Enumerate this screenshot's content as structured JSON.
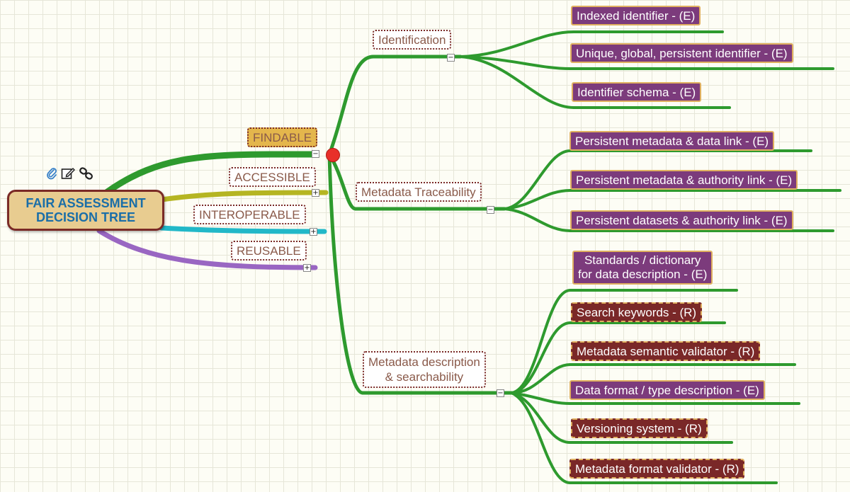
{
  "root": {
    "line1": "FAIR ASSESSMENT",
    "line2": "DECISION TREE"
  },
  "root_icons": [
    "paperclip-icon",
    "edit-note-icon",
    "link-icon"
  ],
  "categories": {
    "findable": "FINDABLE",
    "accessible": "ACCESSIBLE",
    "interoperable": "INTEROPERABLE",
    "reusable": "REUSABLE"
  },
  "sub": {
    "identification": "Identification",
    "traceability": "Metadata Traceability",
    "description_line1": "Metadata description",
    "description_line2": "& searchability"
  },
  "leaves": {
    "indexed": "Indexed identifier - (E)",
    "unique": "Unique, global, persistent identifier - (E)",
    "schema": "Identifier schema - (E)",
    "meta_data_link": "Persistent metadata & data link - (E)",
    "meta_auth_link": "Persistent metadata & authority link - (E)",
    "dataset_auth_link": "Persistent datasets & authority link - (E)",
    "standards_line1": "Standards / dictionary",
    "standards_line2": "for data description - (E)",
    "keywords": "Search keywords - (R)",
    "semantic_validator": "Metadata semantic validator - (R)",
    "format_desc": "Data format / type description - (E)",
    "versioning": "Versioning system - (R)",
    "format_validator": "Metadata format validator - (R)"
  },
  "toggles": {
    "collapse": "−",
    "expand": "+"
  },
  "colors": {
    "findable_branch": "#2e9a2e",
    "accessible_branch": "#b5b522",
    "interoperable_branch": "#22b8c8",
    "reusable_branch": "#9966c2",
    "essential_leaf": "#7c3b7c",
    "recommended_leaf": "#7a2828",
    "selected_marker": "#e8302a"
  }
}
